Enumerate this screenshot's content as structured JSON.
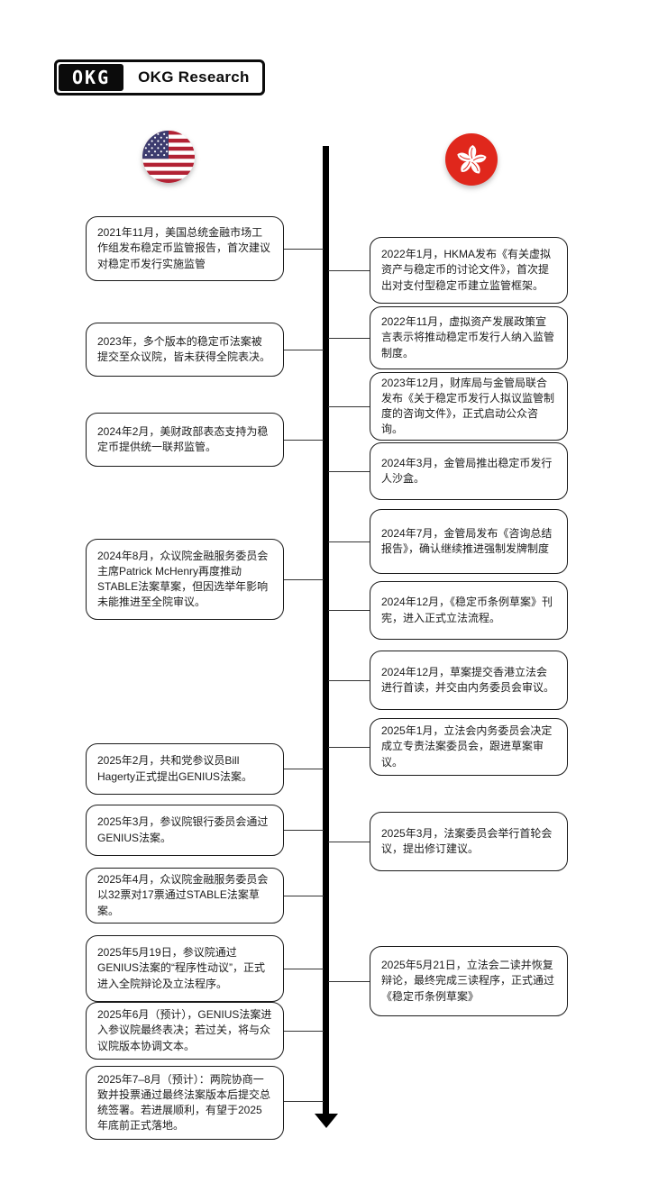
{
  "logo": {
    "badge": "OKG",
    "label": "OKG Research"
  },
  "colors": {
    "timeline": "#000000",
    "box_border": "#1a1a1a",
    "hk_flag_red": "#e0271c",
    "us_flag_red": "#B22234",
    "us_flag_blue": "#3C3B6E"
  },
  "icons": {
    "left_flag": "us-flag-icon",
    "right_flag": "hk-flag-icon",
    "spine_end": "down-arrow"
  },
  "timeline": {
    "us": {
      "events": [
        {
          "text": "2021年11月，美国总统金融市场工作组发布稳定币监管报告，首次建议对稳定币发行实施监管"
        },
        {
          "text": " 2023年，多个版本的稳定币法案被提交至众议院，皆未获得全院表决。"
        },
        {
          "text": "2024年2月，美财政部表态支持为稳定币提供统一联邦监管。"
        },
        {
          "text": "2024年8月，众议院金融服务委员会主席Patrick McHenry再度推动STABLE法案草案，但因选举年影响未能推进至全院审议。"
        },
        {
          "text": "2025年2月，共和党参议员Bill Hagerty正式提出GENIUS法案。"
        },
        {
          "text": "2025年3月，参议院银行委员会通过GENIUS法案。"
        },
        {
          "text": "2025年4月，众议院金融服务委员会以32票对17票通过STABLE法案草案。"
        },
        {
          "text": "2025年5月19日，参议院通过GENIUS法案的“程序性动议”，正式进入全院辩论及立法程序。"
        },
        {
          "text": "2025年6月（预计），GENIUS法案进入参议院最终表决；若过关，将与众议院版本协调文本。"
        },
        {
          "text": "2025年7–8月（预计）：两院协商一致并投票通过最终法案版本后提交总统签署。若进展顺利，有望于2025年底前正式落地。"
        }
      ]
    },
    "hk": {
      "events": [
        {
          "text": "2022年1月，HKMA发布《有关虚拟资产与稳定币的讨论文件》，首次提出对支付型稳定币建立监管框架。"
        },
        {
          "text": "2022年11月，虚拟资产发展政策宣言表示将推动稳定币发行人纳入监管制度。"
        },
        {
          "text": "2023年12月，财库局与金管局联合发布《关于稳定币发行人拟议监管制度的咨询文件》，正式启动公众咨询。"
        },
        {
          "text": "2024年3月，金管局推出稳定币发行人沙盒。"
        },
        {
          "text": "2024年7月，金管局发布《咨询总结报告》，确认继续推进强制发牌制度"
        },
        {
          "text": "2024年12月，《稳定币条例草案》刊宪，进入正式立法流程。"
        },
        {
          "text": "2024年12月，草案提交香港立法会进行首读，并交由内务委员会审议。"
        },
        {
          "text": "2025年1月，立法会内务委员会决定成立专责法案委员会，跟进草案审议。"
        },
        {
          "text": "2025年3月，法案委员会举行首轮会议，提出修订建议。"
        },
        {
          "text": "2025年5月21日，立法会二读并恢复辩论，最终完成三读程序，正式通过《稳定币条例草案》"
        }
      ]
    }
  }
}
